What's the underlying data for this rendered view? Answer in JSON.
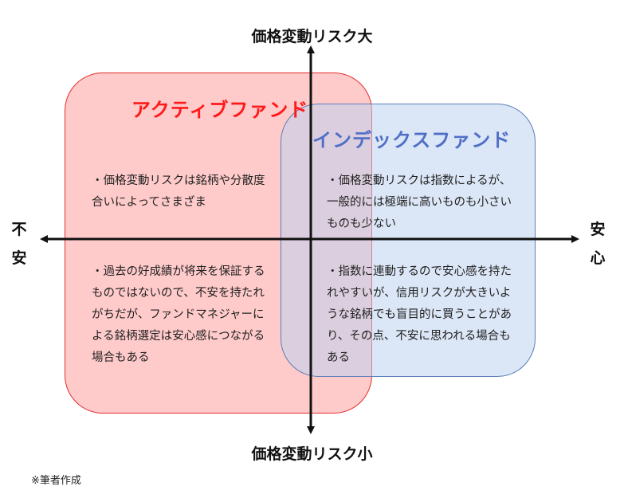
{
  "axes": {
    "top": "価格変動リスク大",
    "bottom": "価格変動リスク小",
    "left": "不安",
    "right": "安心"
  },
  "active_fund": {
    "title": "アクティブファンド",
    "note1": "・価格変動リスクは銘柄や分散度合いによってさまざま",
    "note2": "・過去の好成績が将来を保証するものではないので、不安を持たれがちだが、ファンドマネジャーによる銘柄選定は安心感につながる場合もある",
    "color": "#ff1a1a"
  },
  "index_fund": {
    "title": "インデックスファンド",
    "note1": "・価格変動リスクは指数によるが、一般的には極端に高いものも小さいものも少ない",
    "note2": "・指数に連動するので安心感を持たれやすいが、信用リスクが大きいような銘柄でも盲目的に買うことがあり、その点、不安に思われる場合もある",
    "color": "#4f6fc7"
  },
  "source": "※筆者作成"
}
